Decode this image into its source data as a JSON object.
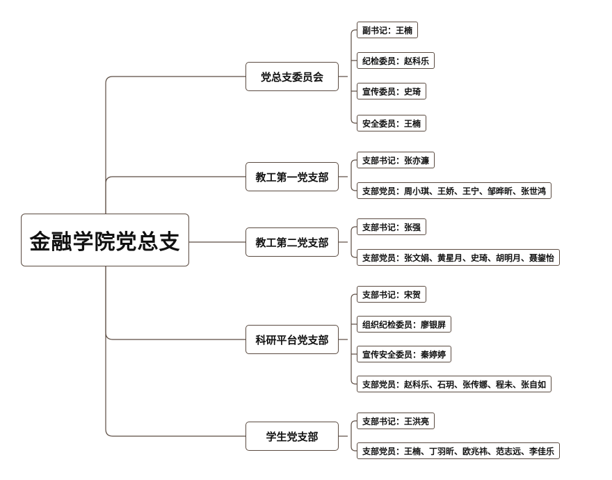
{
  "diagram": {
    "root": "金融学院党总支",
    "branches": [
      {
        "label": "党总支委员会",
        "children": [
          "副书记：王楠",
          "纪检委员：赵科乐",
          "宣传委员：史琦",
          "安全委员：王楠"
        ]
      },
      {
        "label": "教工第一党支部",
        "children": [
          "支部书记：张亦濂",
          "支部党员：周小琪、王娇、王宁、邹晔昕、张世鸿"
        ]
      },
      {
        "label": "教工第二党支部",
        "children": [
          "支部书记：张强",
          "支部党员：张文娟、黄星月、史琦、胡明月、聂鋆怡"
        ]
      },
      {
        "label": "科研平台党支部",
        "children": [
          "支部书记：宋贺",
          "组织纪检委员：廖银屏",
          "宣传安全委员：秦婷婷",
          "支部党员：赵科乐、石玥、张传娜、程未、张自如"
        ]
      },
      {
        "label": "学生党支部",
        "children": [
          "支部书记：王洪亮",
          "支部党员：王楠、丁羽昕、欧兆祎、范志远、李佳乐"
        ]
      }
    ]
  },
  "colors": {
    "line": "#5a4a40",
    "text": "#111111",
    "background": "#ffffff"
  }
}
